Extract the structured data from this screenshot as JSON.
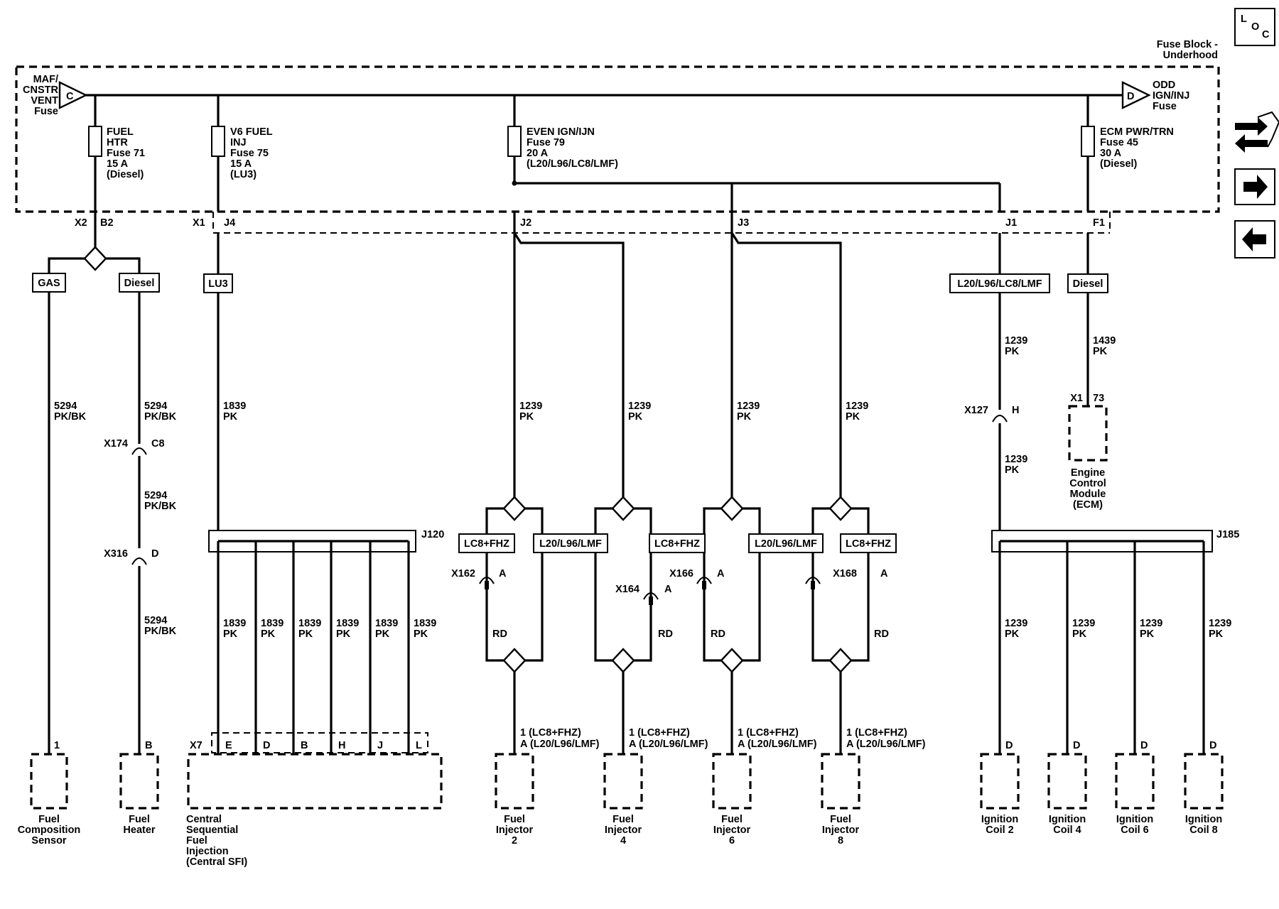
{
  "fuse_block": {
    "title_line1": "Fuse Block -",
    "title_line2": "Underhood",
    "left_conn": {
      "letter": "C",
      "label_lines": [
        "MAF/",
        "CNSTR",
        "VENT",
        "Fuse"
      ]
    },
    "right_conn": {
      "letter": "D",
      "label_lines": [
        "ODD",
        "IGN/INJ",
        "Fuse"
      ]
    },
    "fuses": [
      {
        "lines": [
          "FUEL",
          "HTR",
          "Fuse 71",
          "15 A",
          "(Diesel)"
        ]
      },
      {
        "lines": [
          "V6 FUEL",
          "INJ",
          "Fuse 75",
          "15 A",
          "(LU3)"
        ]
      },
      {
        "lines": [
          "EVEN IGN/IJN",
          "Fuse 79",
          "20 A",
          "(L20/L96/LC8/LMF)"
        ]
      },
      {
        "lines": [
          "ECM PWR/TRN",
          "Fuse 45",
          "30 A",
          "(Diesel)"
        ]
      }
    ]
  },
  "connectors": {
    "x2": "X2",
    "b2": "B2",
    "x1": "X1",
    "j4": "J4",
    "j2": "J2",
    "j3": "J3",
    "j1": "J1",
    "f1": "F1"
  },
  "option_labels": {
    "gas": "GAS",
    "diesel_left": "Diesel",
    "lu3": "LU3",
    "l20_top": "L20/L96/LC8/LMF",
    "diesel_right": "Diesel",
    "lc8_1": "LC8+FHZ",
    "l20_1": "L20/L96/LMF",
    "lc8_2": "LC8+FHZ",
    "l20_2": "L20/L96/LMF",
    "lc8_3": "LC8+FHZ"
  },
  "wires": {
    "w5294a": [
      "5294",
      "PK/BK"
    ],
    "w5294b": [
      "5294",
      "PK/BK"
    ],
    "w5294c": [
      "5294",
      "PK/BK"
    ],
    "w5294d": [
      "5294",
      "PK/BK"
    ],
    "w1839": [
      "1839",
      "PK"
    ],
    "w1239_1": [
      "1239",
      "PK"
    ],
    "w1239_2": [
      "1239",
      "PK"
    ],
    "w1239_3": [
      "1239",
      "PK"
    ],
    "w1239_4": [
      "1239",
      "PK"
    ],
    "w1239_top": [
      "1239",
      "PK"
    ],
    "w1239_mid": [
      "1239",
      "PK"
    ],
    "w1439": [
      "1439",
      "PK"
    ],
    "sfi": [
      [
        "1839",
        "PK"
      ],
      [
        "1839",
        "PK"
      ],
      [
        "1839",
        "PK"
      ],
      [
        "1839",
        "PK"
      ],
      [
        "1839",
        "PK"
      ],
      [
        "1839",
        "PK"
      ]
    ],
    "coil": [
      [
        "1239",
        "PK"
      ],
      [
        "1239",
        "PK"
      ],
      [
        "1239",
        "PK"
      ],
      [
        "1239",
        "PK"
      ]
    ],
    "rd": "RD"
  },
  "inline_connectors": {
    "x174": [
      "X174",
      "C8"
    ],
    "x316": [
      "X316",
      "D"
    ],
    "x127": [
      "X127",
      "H"
    ],
    "x162": [
      "X162",
      "A"
    ],
    "x164": [
      "X164",
      "A"
    ],
    "x166": [
      "X166",
      "A"
    ],
    "x168": [
      "X168",
      "A"
    ],
    "ecm_conn": [
      "X1",
      "73"
    ]
  },
  "splices": {
    "j120": "J120",
    "j185": "J185"
  },
  "components": {
    "fuel_comp": {
      "pin": "1",
      "name": [
        "Fuel",
        "Composition",
        "Sensor"
      ]
    },
    "fuel_heater": {
      "pin": "B",
      "name": [
        "Fuel",
        "Heater"
      ]
    },
    "central_sfi": {
      "conn": "X7",
      "pins": [
        "E",
        "D",
        "B",
        "H",
        "J",
        "L"
      ],
      "name": [
        "Central",
        "Sequential",
        "Fuel",
        "Injection",
        "(Central SFI)"
      ]
    },
    "injectors": [
      {
        "pin": [
          "1 (LC8+FHZ)",
          "A (L20/L96/LMF)"
        ],
        "name": [
          "Fuel",
          "Injector",
          "2"
        ]
      },
      {
        "pin": [
          "1 (LC8+FHZ)",
          "A (L20/L96/LMF)"
        ],
        "name": [
          "Fuel",
          "Injector",
          "4"
        ]
      },
      {
        "pin": [
          "1 (LC8+FHZ)",
          "A (L20/L96/LMF)"
        ],
        "name": [
          "Fuel",
          "Injector",
          "6"
        ]
      },
      {
        "pin": [
          "1 (LC8+FHZ)",
          "A (L20/L96/LMF)"
        ],
        "name": [
          "Fuel",
          "Injector",
          "8"
        ]
      }
    ],
    "coils": [
      {
        "pin": "D",
        "name": [
          "Ignition",
          "Coil 2"
        ]
      },
      {
        "pin": "D",
        "name": [
          "Ignition",
          "Coil 4"
        ]
      },
      {
        "pin": "D",
        "name": [
          "Ignition",
          "Coil 6"
        ]
      },
      {
        "pin": "D",
        "name": [
          "Ignition",
          "Coil 8"
        ]
      }
    ],
    "ecm": {
      "name": [
        "Engine",
        "Control",
        "Module",
        "(ECM)"
      ]
    }
  },
  "nav": {
    "loc": [
      "L",
      "O",
      "C"
    ],
    "icons": [
      "connector-swap-icon",
      "arrow-right-icon",
      "arrow-left-icon"
    ]
  }
}
